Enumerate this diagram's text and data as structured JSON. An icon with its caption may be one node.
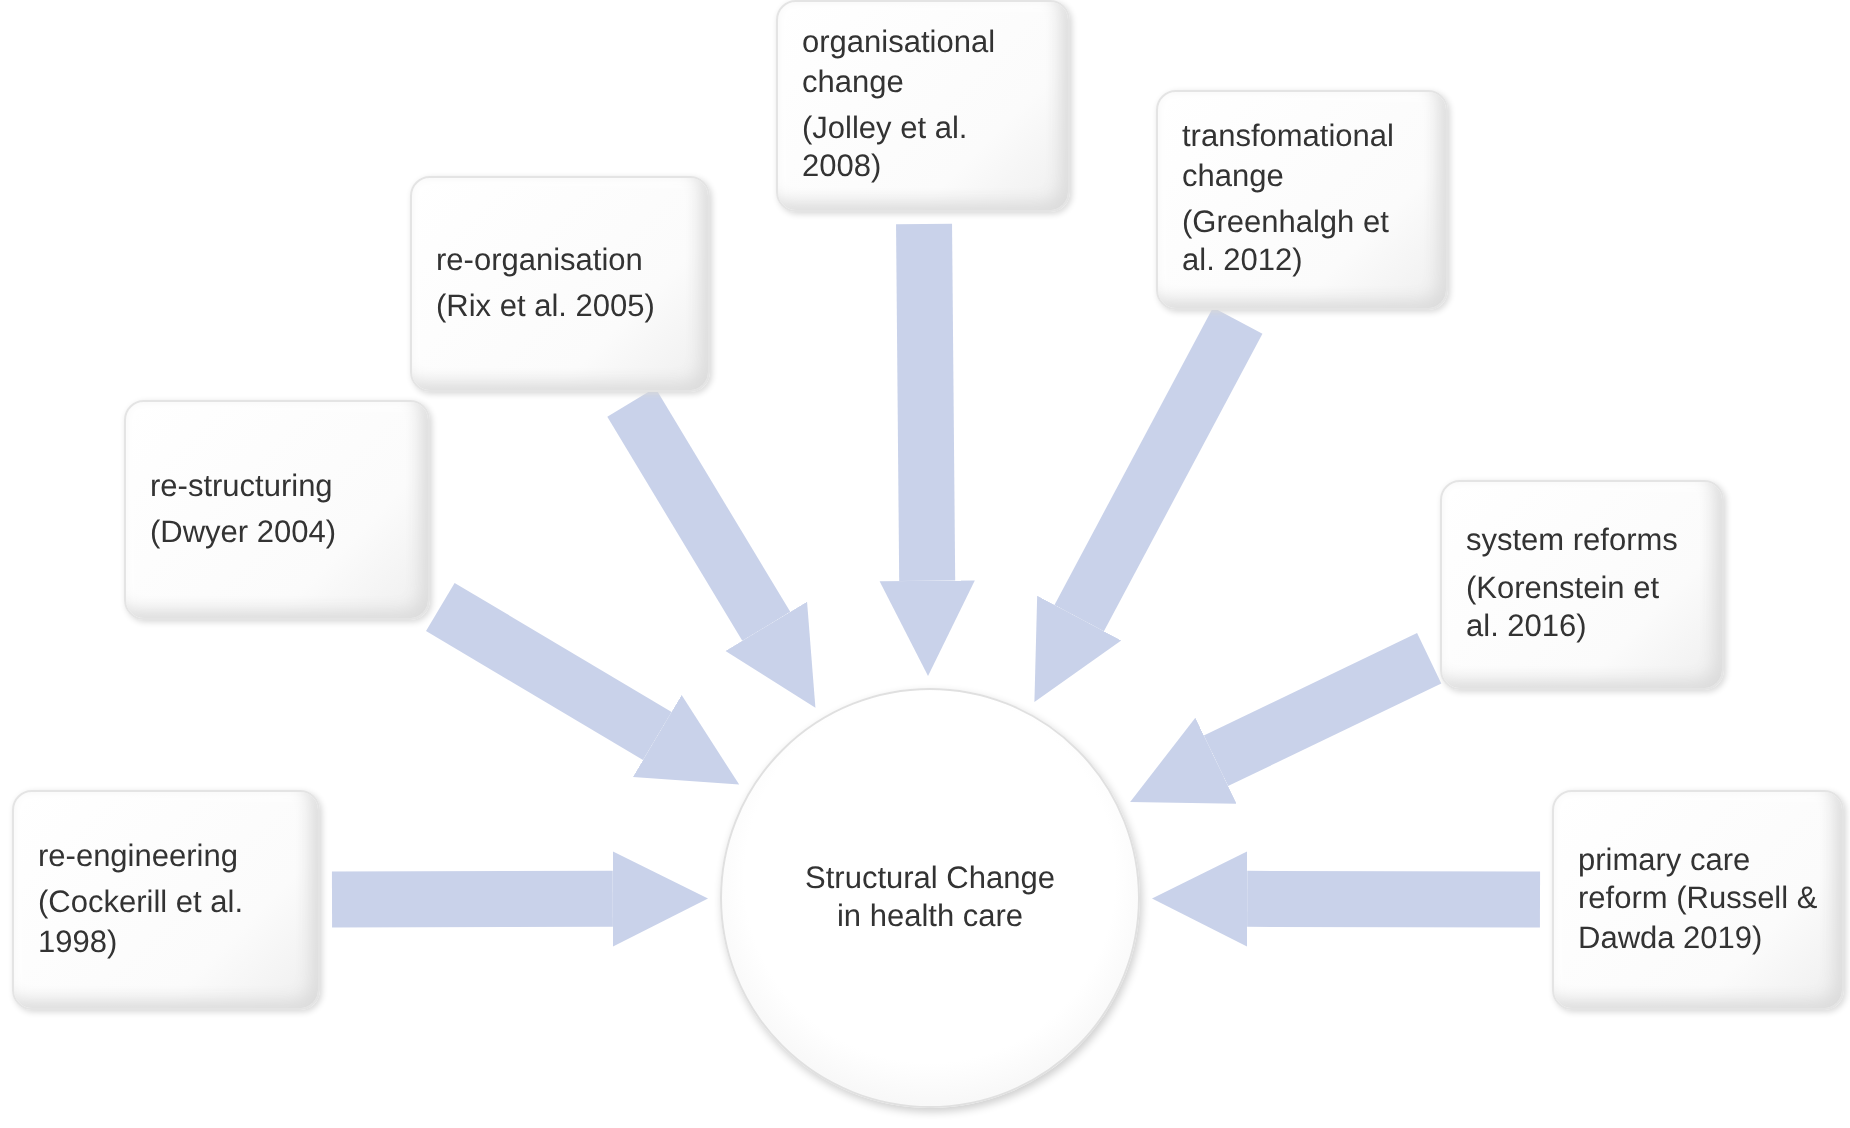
{
  "diagram": {
    "nodes": [
      {
        "text": [
          "re-engineering",
          "(Cockerill et al. 1998)"
        ]
      },
      {
        "text": [
          "re-structuring",
          "(Dwyer 2004)"
        ]
      },
      {
        "text": [
          "re-organisation",
          "(Rix et al. 2005)"
        ]
      },
      {
        "text": [
          "organisational change",
          "(Jolley et al. 2008)"
        ]
      },
      {
        "text": [
          "transfomational change",
          "(Greenhalgh et al. 2012)"
        ]
      },
      {
        "text": [
          "system reforms",
          "(Korenstein et al. 2016)"
        ]
      },
      {
        "text": [
          "primary care reform (Russell & Dawda 2019)"
        ]
      },
      {
        "text": [
          "Structural Change in health care"
        ]
      }
    ],
    "edges": [
      {
        "from": 0,
        "to": 7,
        "arrow": "to"
      },
      {
        "from": 1,
        "to": 7,
        "arrow": "to"
      },
      {
        "from": 2,
        "to": 7,
        "arrow": "to"
      },
      {
        "from": 3,
        "to": 7,
        "arrow": "to"
      },
      {
        "from": 4,
        "to": 7,
        "arrow": "to"
      },
      {
        "from": 5,
        "to": 7,
        "arrow": "to"
      },
      {
        "from": 6,
        "to": 7,
        "arrow": "to"
      }
    ]
  }
}
